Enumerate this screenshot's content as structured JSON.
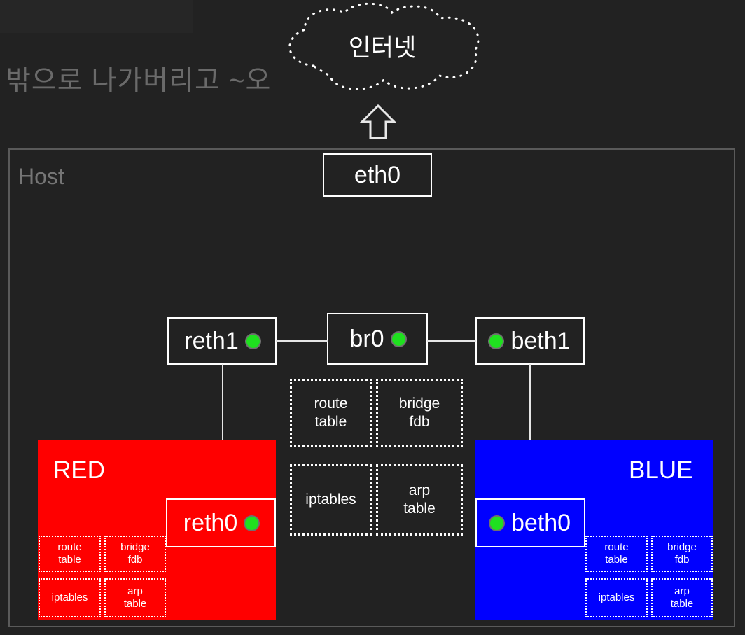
{
  "caption": "밖으로 나가버리고 ~오",
  "colors": {
    "background": "#222222",
    "red_namespace": "#ff0000",
    "blue_namespace": "#0000ff",
    "status_dot": "#1fe01f",
    "stroke": "#ffffff",
    "host_border": "#5a5a5a",
    "muted_text": "#757575"
  },
  "cloud": {
    "label": "인터넷"
  },
  "arrow": {
    "name": "up-arrow",
    "direction": "up"
  },
  "host": {
    "label": "Host",
    "eth0": {
      "label": "eth0",
      "has_status_dot": false
    },
    "bridge": {
      "label": "br0",
      "has_status_dot": true,
      "dot_side": "right"
    },
    "reth1": {
      "label": "reth1",
      "has_status_dot": true,
      "dot_side": "right"
    },
    "beth1": {
      "label": "beth1",
      "has_status_dot": true,
      "dot_side": "left"
    },
    "tables": [
      {
        "label": "route\ntable",
        "line1": "route",
        "line2": "table"
      },
      {
        "label": "bridge\nfdb",
        "line1": "bridge",
        "line2": "fdb"
      },
      {
        "label": "iptables",
        "line1": "iptables",
        "line2": ""
      },
      {
        "label": "arp\ntable",
        "line1": "arp",
        "line2": "table"
      }
    ]
  },
  "namespaces": [
    {
      "name": "RED",
      "label": "RED",
      "color": "#ff0000",
      "interface": {
        "label": "reth0",
        "has_status_dot": true,
        "dot_side": "right"
      },
      "tables": [
        {
          "line1": "route",
          "line2": "table"
        },
        {
          "line1": "bridge",
          "line2": "fdb"
        },
        {
          "line1": "iptables",
          "line2": ""
        },
        {
          "line1": "arp",
          "line2": "table"
        }
      ]
    },
    {
      "name": "BLUE",
      "label": "BLUE",
      "color": "#0000ff",
      "interface": {
        "label": "beth0",
        "has_status_dot": true,
        "dot_side": "left"
      },
      "tables": [
        {
          "line1": "route",
          "line2": "table"
        },
        {
          "line1": "bridge",
          "line2": "fdb"
        },
        {
          "line1": "iptables",
          "line2": ""
        },
        {
          "line1": "arp",
          "line2": "table"
        }
      ]
    }
  ]
}
